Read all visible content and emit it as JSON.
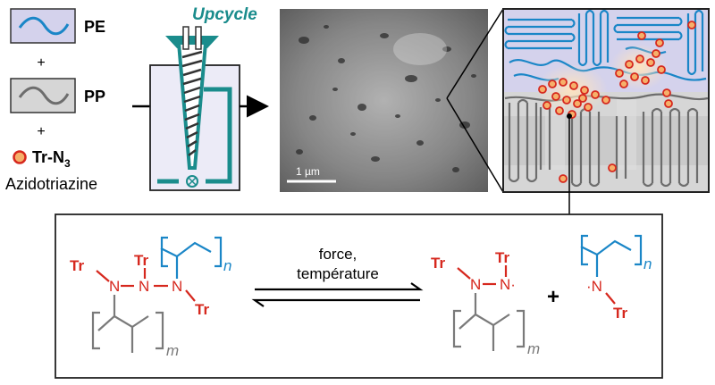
{
  "legend": {
    "pe": "PE",
    "plus1": "+",
    "pp": "PP",
    "plus2": "+",
    "trn3_main": "Tr-N",
    "trn3_sub": "3",
    "azido": "Azidotriazine"
  },
  "extruder": {
    "title": "Upcycle"
  },
  "micrograph": {
    "scale_label": "1 µm"
  },
  "reaction": {
    "left": {
      "tr_top": "Tr",
      "tr_left": "Tr",
      "tr_right": "Tr",
      "n1": "N",
      "n2": "N",
      "n3": "N",
      "sub_m": "m",
      "sub_n": "n"
    },
    "conditions_line1": "force,",
    "conditions_line2": "température",
    "right": {
      "tr_top": "Tr",
      "tr_left": "Tr",
      "tr_radical": "Tr",
      "n1": "N",
      "n2": "N·",
      "n3": "·N",
      "plus": "+",
      "sub_m": "m",
      "sub_n": "n"
    }
  },
  "colors": {
    "pe_blue": "#1a86c7",
    "pp_gray": "#6d6d6d",
    "pe_fill": "#d4d2ec",
    "pp_fill": "#d6d6d6",
    "teal": "#1a8c8c",
    "red": "#d6281e",
    "orange_fill": "#f6b06a"
  }
}
